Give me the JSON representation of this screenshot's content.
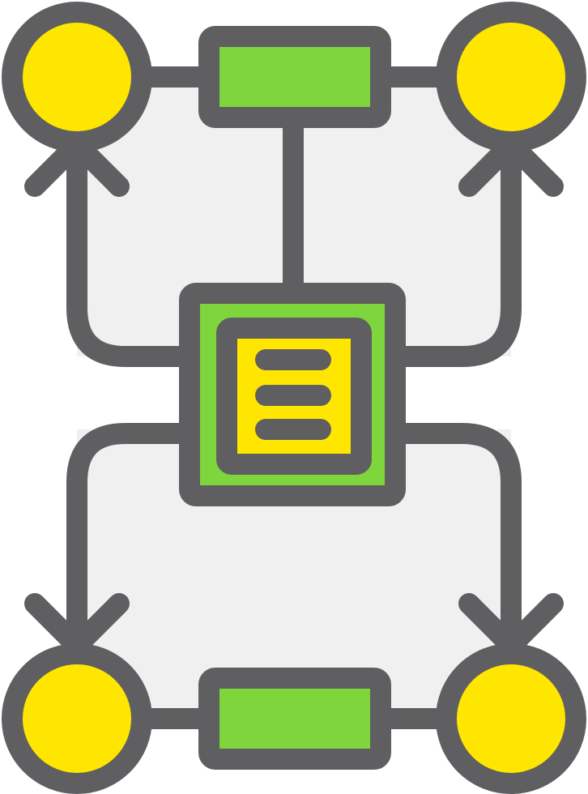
{
  "icon": {
    "name": "workflow-diagram-icon",
    "colors": {
      "stroke": "#5f5f61",
      "fill_background": "#f0f0f0",
      "node_yellow": "#ffe600",
      "block_green": "#7ed63c"
    },
    "elements": {
      "nodes": [
        "node-top-left",
        "node-top-right",
        "node-bottom-left",
        "node-bottom-right"
      ],
      "bars": [
        "top-bar",
        "bottom-bar"
      ],
      "center": "center-document-block",
      "arrows": [
        "arrow-up-left",
        "arrow-up-right",
        "arrow-down-left",
        "arrow-down-right"
      ]
    }
  }
}
